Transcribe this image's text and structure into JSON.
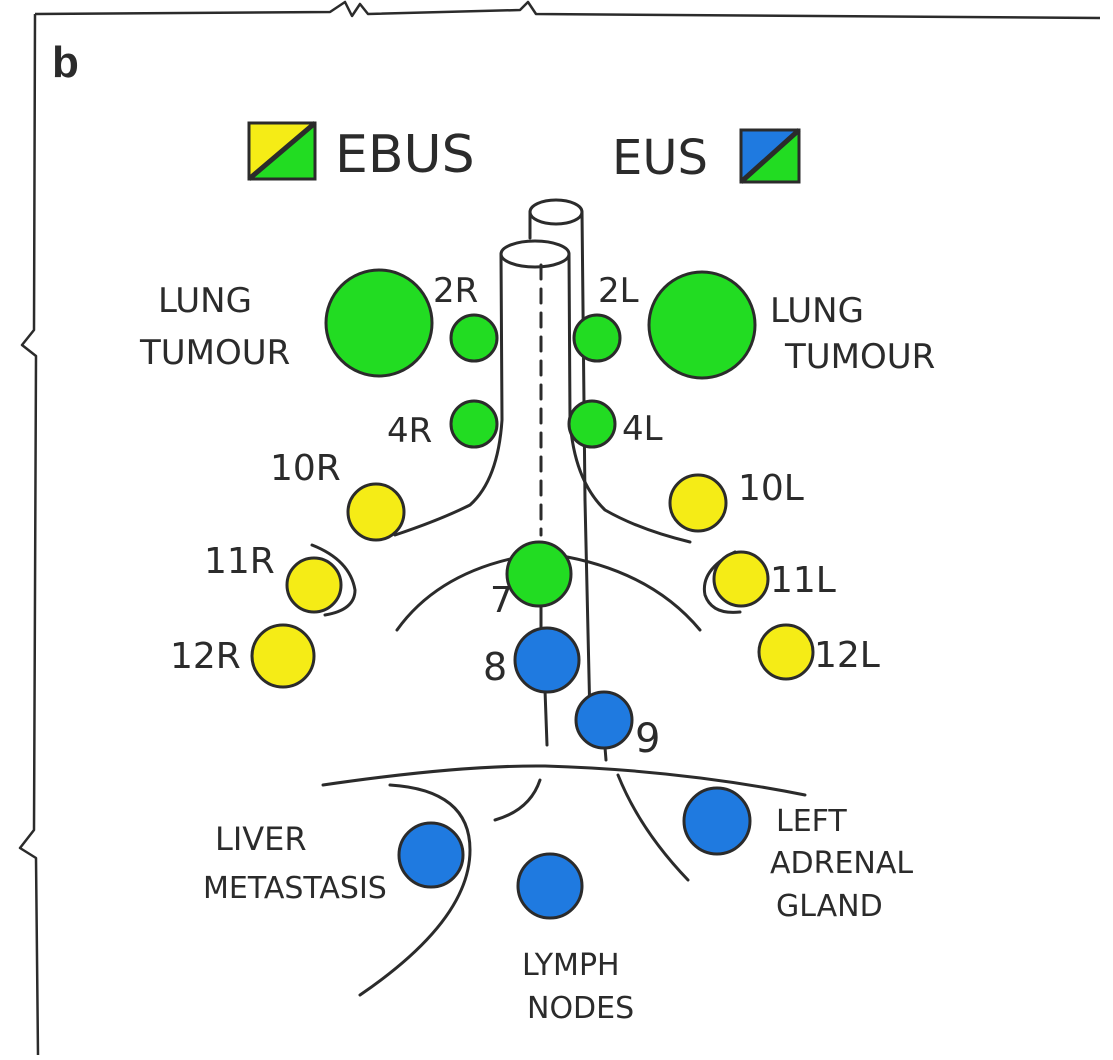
{
  "panel_label": "b",
  "legend": {
    "ebus": {
      "label": "EBUS",
      "colors": [
        "#f5ec16",
        "#22dc22"
      ]
    },
    "eus": {
      "label": "EUS",
      "colors": [
        "#1f7ae0",
        "#22dc22"
      ]
    }
  },
  "colors": {
    "ebus_only": "#f5ec16",
    "both": "#22dc22",
    "eus_only": "#1f7ae0",
    "outline": "#2b2b2b",
    "background": "#ffffff"
  },
  "labels": {
    "lung_tumour_left": [
      "LUNG",
      "TUMOUR"
    ],
    "lung_tumour_right": [
      "LUNG",
      "TUMOUR"
    ],
    "station_2r": "2R",
    "station_2l": "2L",
    "station_4r": "4R",
    "station_4l": "4L",
    "station_10r": "10R",
    "station_10l": "10L",
    "station_11r": "11R",
    "station_11l": "11L",
    "station_12r": "12R",
    "station_12l": "12L",
    "station_7": "7",
    "station_8": "8",
    "station_9": "9",
    "liver_metastasis": [
      "LIVER",
      "METASTASIS"
    ],
    "left_adrenal_gland": [
      "LEFT",
      "ADRENAL",
      "GLAND"
    ],
    "lymph_nodes": [
      "LYMPH",
      "NODES"
    ]
  }
}
